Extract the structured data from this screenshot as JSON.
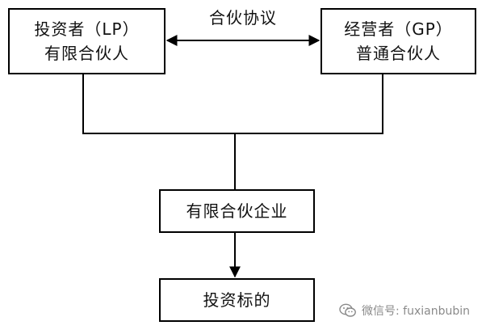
{
  "nodes": {
    "lp": {
      "line1": "投资者（LP）",
      "line2": "有限合伙人"
    },
    "gp": {
      "line1": "经营者（GP）",
      "line2": "普通合伙人"
    },
    "partnership": {
      "label": "有限合伙企业"
    },
    "target": {
      "label": "投资标的"
    }
  },
  "edges": {
    "agreement": {
      "label": "合伙协议"
    }
  },
  "watermark": {
    "icon": "wechat-icon",
    "text": "微信号: fuxianbubin"
  },
  "colors": {
    "line": "#000000",
    "watermark": "#8a8a8a"
  }
}
